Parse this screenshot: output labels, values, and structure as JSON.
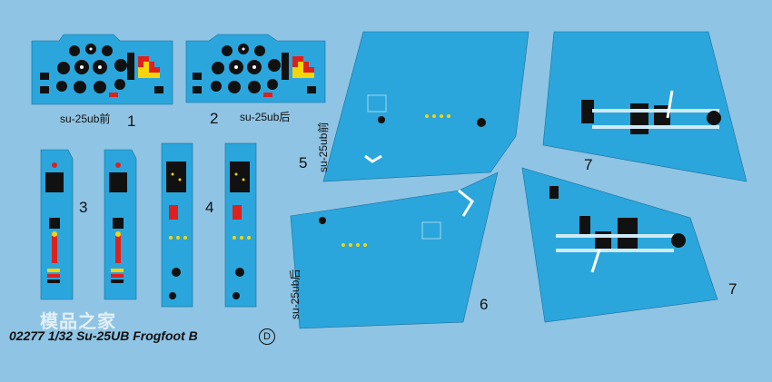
{
  "labels": {
    "part1_number": "1",
    "part1_caption": "su-25ub前",
    "part2_number": "2",
    "part2_caption": "su-25ub后",
    "part3_number": "3",
    "part4_number": "4",
    "part5_number": "5",
    "part5_caption": "su-25ub前",
    "part6_number": "6",
    "part6_caption": "su-25ub后",
    "part7a_number": "7",
    "part7b_number": "7"
  },
  "footer": {
    "text": "02277 1/32 Su-25UB Frogfoot B",
    "variant": "D"
  },
  "watermark": "模品之家",
  "colors": {
    "sheet": "#8fc4e4",
    "decal": "#2aa6dc",
    "black": "#111111",
    "red": "#e0201c",
    "yellow": "#f5d40a"
  }
}
